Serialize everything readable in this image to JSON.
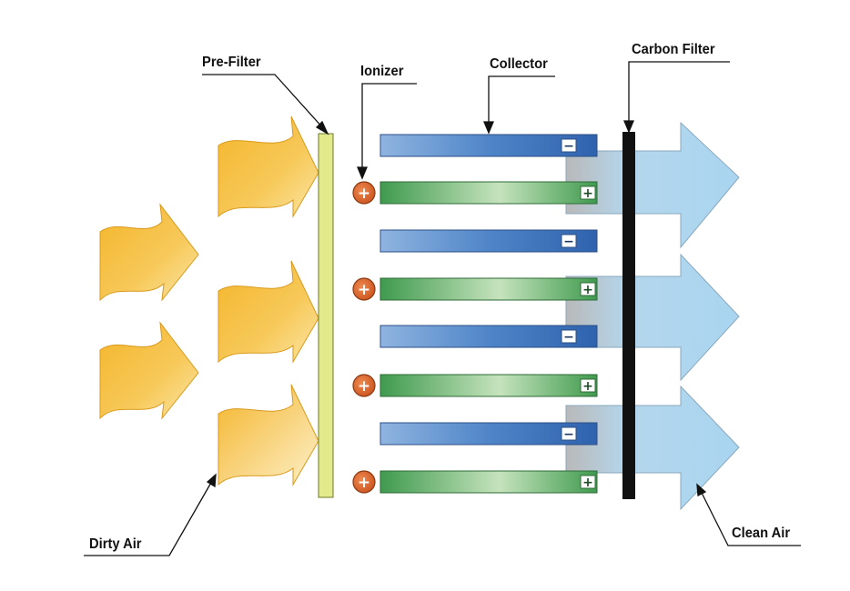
{
  "labels": {
    "prefilter": "Pre-Filter",
    "ionizer": "Ionizer",
    "collector": "Collector",
    "carbon": "Carbon Filter",
    "dirty": "Dirty Air",
    "clean": "Clean Air"
  },
  "signs": {
    "negative": "−",
    "positive": "+"
  },
  "plates": [
    "negative",
    "positive",
    "negative",
    "positive",
    "negative",
    "positive",
    "negative",
    "positive"
  ],
  "colors": {
    "dirty_air": "#f2b533",
    "prefilter": "#e3ea8c",
    "negative_plate": "#4f85c8",
    "positive_plate": "#4aa35a",
    "ionizer": "#d9652e",
    "carbon_filter": "#111111",
    "clean_air": "#aed7ef"
  }
}
